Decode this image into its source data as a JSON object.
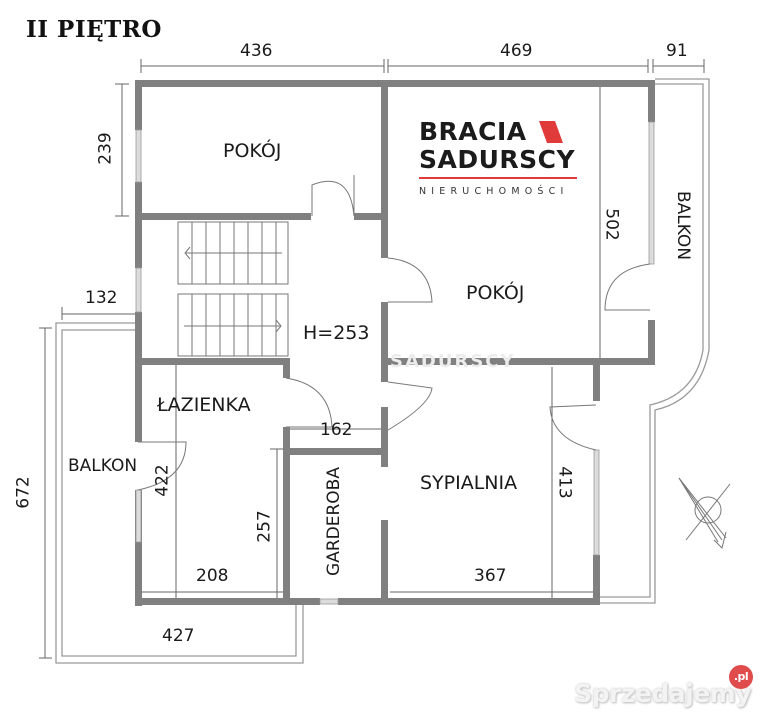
{
  "title": "II PIĘTRO",
  "logo": {
    "line1": "BRACIA",
    "line2": "SADURSCY",
    "tagline": "NIERUCHOMOŚCI",
    "accent_color": "#e03a3a"
  },
  "rooms": {
    "pokoj_top_left": "POKÓJ",
    "pokoj_right": "POKÓJ",
    "lazienka": "ŁAZIENKA",
    "garderoba": "GARDEROBA",
    "sypialnia": "SYPIALNIA",
    "balkon_left": "BALKON",
    "balkon_right": "BALKON",
    "stair_height": "H=253"
  },
  "dimensions": {
    "top_left_width": "436",
    "top_mid_width": "469",
    "top_right_width": "91",
    "pokoj_height": "239",
    "balkon_left_offset": "132",
    "balkon_left_height": "672",
    "balkon_left_width": "427",
    "lazienka_height": "422",
    "lazienka_width": "208",
    "lazienka_inner_height": "257",
    "hall_width": "162",
    "sypialnia_width": "367",
    "sypialnia_height": "413",
    "pokoj_right_height": "502"
  },
  "watermark": {
    "text": "Sprzedajemy",
    "badge": ".pl",
    "ghost": "SADURSCY"
  },
  "colors": {
    "wall": "#808080",
    "thin_line": "#555555",
    "balcony_line": "#9a9a9a"
  }
}
